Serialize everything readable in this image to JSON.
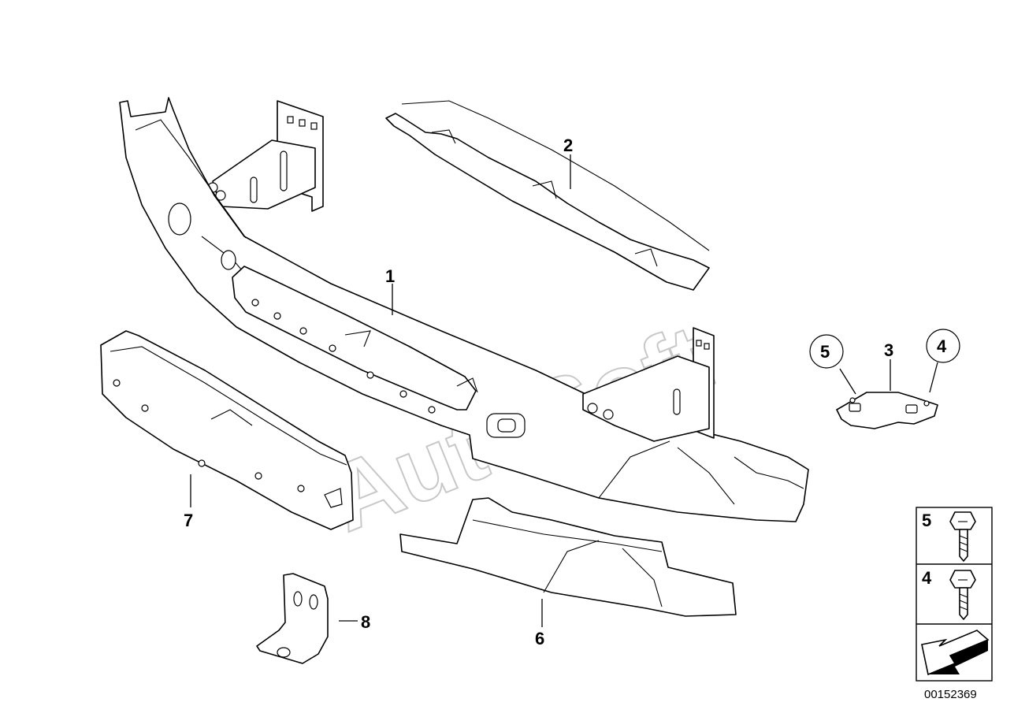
{
  "watermark": "AutoSoft",
  "callouts": {
    "c1": "1",
    "c2": "2",
    "c3": "3",
    "c4": "4",
    "c5": "5",
    "c6": "6",
    "c7": "7",
    "c8": "8"
  },
  "legend": {
    "row1": "5",
    "row2": "4"
  },
  "document_number": "00152369",
  "icons": {
    "screw": "hex-flange-screw-icon",
    "arrow": "direction-arrow-icon"
  }
}
